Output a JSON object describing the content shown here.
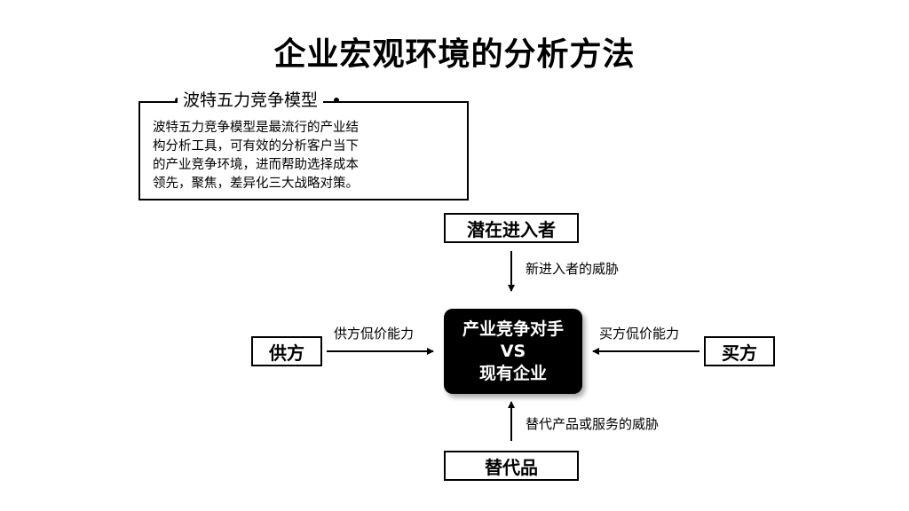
{
  "title": "企业宏观环境的分析方法",
  "intro": {
    "heading": "波特五力竞争模型",
    "lines": [
      "波特五力竞争模型是最流行的产业结",
      "构分析工具，可有效的分析客户当下",
      "的产业竞争环境，进而帮助选择成本",
      "领先，聚焦，差异化三大战略对策。"
    ]
  },
  "nodes": {
    "potential_entrants": "潜在进入者",
    "suppliers": "供方",
    "buyers": "买方",
    "substitutes": "替代品",
    "center": [
      "产业竞争对手",
      "VS",
      "现有企业"
    ]
  },
  "edges": {
    "new_entrant_threat": "新进入者的威胁",
    "supplier_power": "供方侃价能力",
    "buyer_power": "买方侃价能力",
    "substitute_threat": "替代产品或服务的威胁"
  }
}
